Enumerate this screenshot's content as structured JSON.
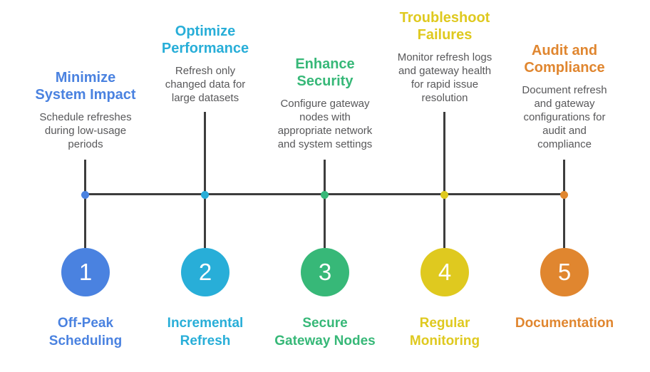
{
  "diagram": {
    "background": "#ffffff",
    "line_color": "#3d3d3d",
    "text_color": "#58585a",
    "number_color": "#ffffff",
    "steps": [
      {
        "number": "1",
        "title": "Minimize\nSystem Impact",
        "description": "Schedule refreshes\nduring low-usage\nperiods",
        "label": "Off-Peak\nScheduling",
        "color": "#4a82e0"
      },
      {
        "number": "2",
        "title": "Optimize\nPerformance",
        "description": "Refresh only\nchanged data for\nlarge datasets",
        "label": "Incremental\nRefresh",
        "color": "#28aed8"
      },
      {
        "number": "3",
        "title": "Enhance\nSecurity",
        "description": "Configure gateway\nnodes with\nappropriate network\nand system settings",
        "label": "Secure\nGateway Nodes",
        "color": "#37b878"
      },
      {
        "number": "4",
        "title": "Troubleshoot\nFailures",
        "description": "Monitor refresh logs\nand gateway health\nfor rapid issue\nresolution",
        "label": "Regular\nMonitoring",
        "color": "#dfc91f"
      },
      {
        "number": "5",
        "title": "Audit and\nCompliance",
        "description": "Document refresh\nand gateway\nconfigurations for\naudit and\ncompliance",
        "label": "Documentation",
        "color": "#e0862f"
      }
    ]
  }
}
